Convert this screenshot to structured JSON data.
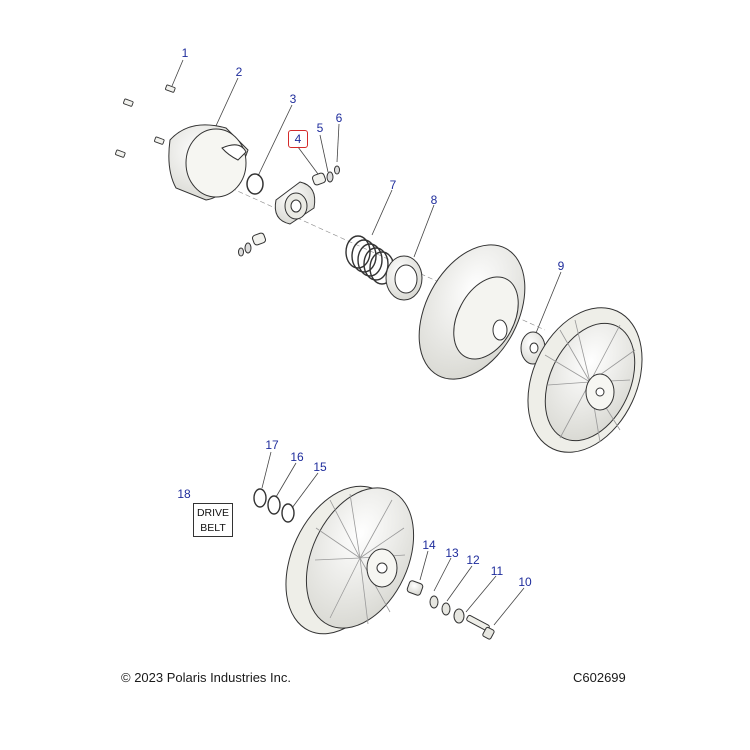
{
  "callouts": [
    {
      "id": "1",
      "label": "1"
    },
    {
      "id": "2",
      "label": "2"
    },
    {
      "id": "3",
      "label": "3"
    },
    {
      "id": "4",
      "label": "4",
      "highlighted": true
    },
    {
      "id": "5",
      "label": "5"
    },
    {
      "id": "6",
      "label": "6"
    },
    {
      "id": "7",
      "label": "7"
    },
    {
      "id": "8",
      "label": "8"
    },
    {
      "id": "9",
      "label": "9"
    },
    {
      "id": "10",
      "label": "10"
    },
    {
      "id": "11",
      "label": "11"
    },
    {
      "id": "12",
      "label": "12"
    },
    {
      "id": "13",
      "label": "13"
    },
    {
      "id": "14",
      "label": "14"
    },
    {
      "id": "15",
      "label": "15"
    },
    {
      "id": "16",
      "label": "16"
    },
    {
      "id": "17",
      "label": "17"
    },
    {
      "id": "18",
      "label": "18"
    }
  ],
  "belt_label": {
    "line1": "DRIVE",
    "line2": "BELT"
  },
  "copyright": "© 2023 Polaris Industries Inc.",
  "diagram_code": "C602699",
  "colors": {
    "callout": "#1f2d9c",
    "highlight_box": "#d42a2a",
    "part_fill": "#f2f2ee",
    "part_stroke": "#333333"
  }
}
